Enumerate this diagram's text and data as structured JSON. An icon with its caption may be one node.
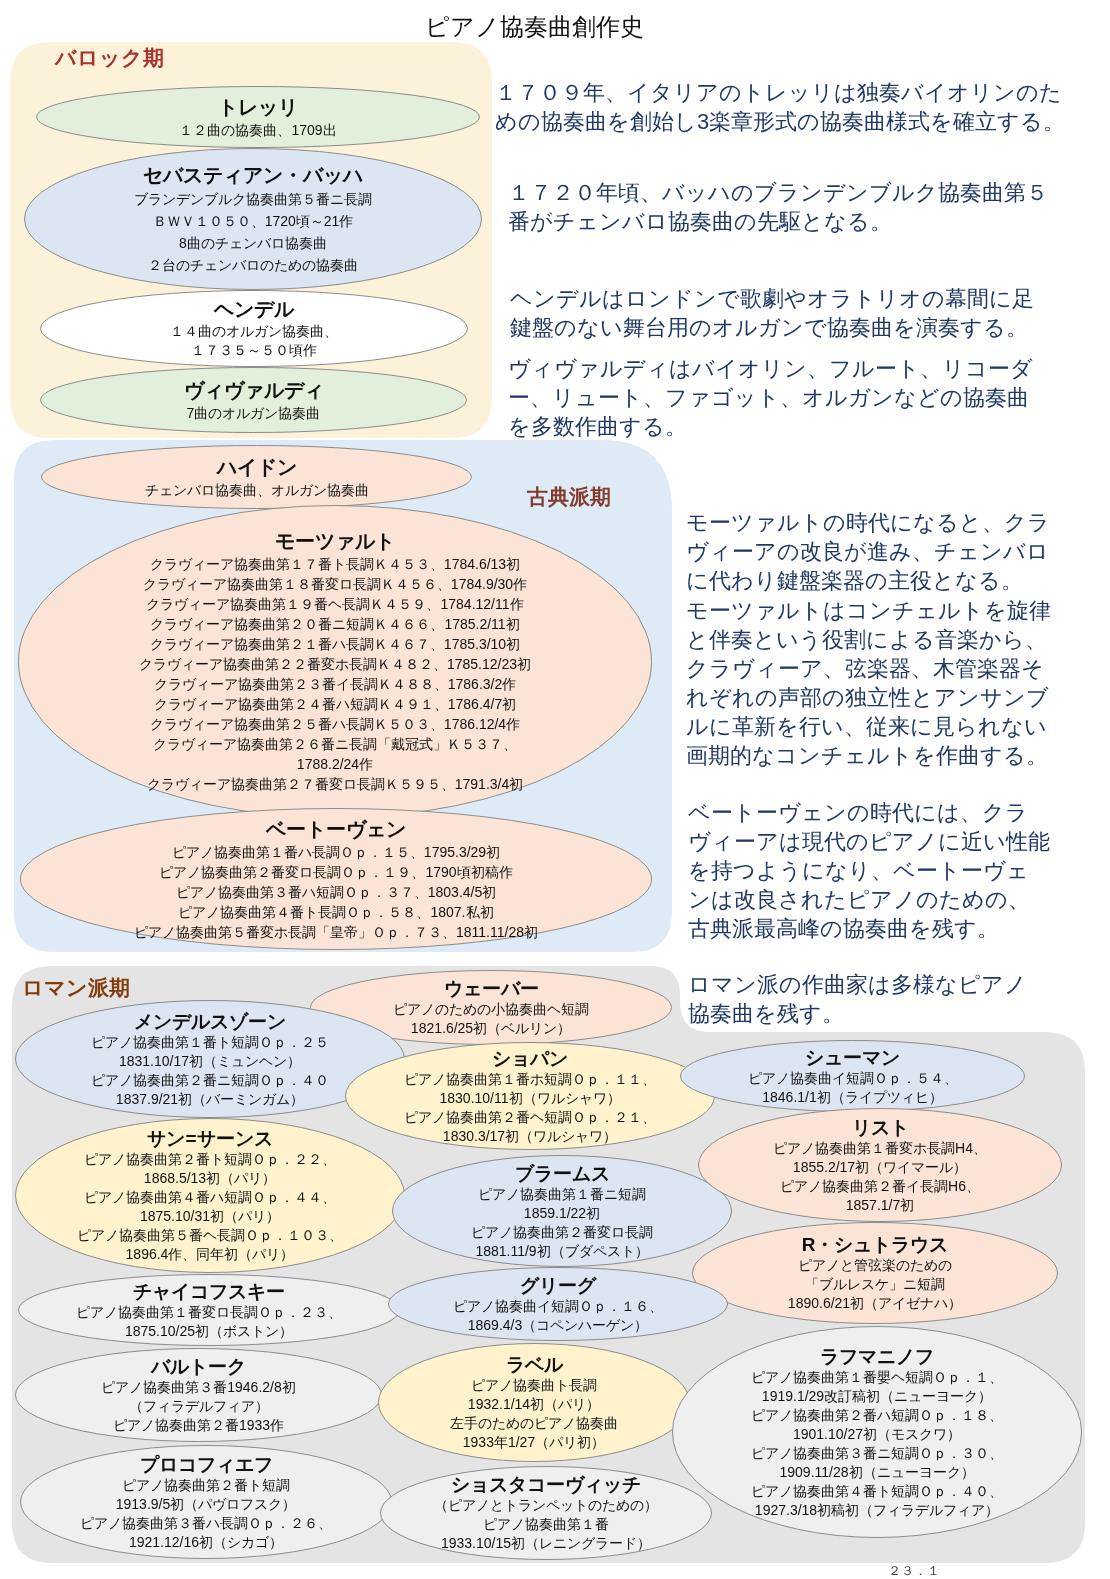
{
  "diagram": {
    "title": "ピアノ協奏曲創作史",
    "nodes": [
      {
        "text": [
          "バロック期"
        ]
      },
      {
        "text": [
          "トレッリ",
          "１２曲の協奏曲、1709出"
        ],
        "in": 0
      },
      {
        "text": [
          "セバスティアン・バッハ",
          "ブランデンブルク協奏曲第５番ニ長調",
          "ＢＷＶ１０５０、1720頃～21作",
          "8曲のチェンバロ協奏曲",
          "２台のチェンバロのための協奏曲"
        ],
        "in": 0
      },
      {
        "text": [
          "ヘンデル",
          "１４曲のオルガン協奏曲、",
          "１７３５～５０頃作"
        ],
        "in": 0
      },
      {
        "text": [
          "ヴィヴァルディ",
          "7曲のオルガン協奏曲"
        ],
        "in": 0
      },
      {
        "text": [
          "古典派期"
        ]
      },
      {
        "text": [
          "ハイドン",
          "チェンバロ協奏曲、オルガン協奏曲"
        ],
        "in": 5
      },
      {
        "text": [
          "モーツァルト",
          "クラヴィーア協奏曲第１７番ト長調Ｋ４５３、1784.6/13初",
          "クラヴィーア協奏曲第１８番変ロ長調Ｋ４５６、1784.9/30作",
          "クラヴィーア協奏曲第１９番ヘ長調Ｋ４５９、1784.12/11作",
          "クラヴィーア協奏曲第２０番ニ短調Ｋ４６６、1785.2/11初",
          "クラヴィーア協奏曲第２１番ハ長調Ｋ４６７、1785.3/10初",
          "クラヴィーア協奏曲第２２番変ホ長調Ｋ４８２、1785.12/23初",
          "クラヴィーア協奏曲第２３番イ長調Ｋ４８８、1786.3/2作",
          "クラヴィーア協奏曲第２４番ハ短調Ｋ４９１、1786.4/7初",
          "クラヴィーア協奏曲第２５番ハ長調Ｋ５０３、1786.12/4作",
          "クラヴィーア協奏曲第２６番ニ長調「戴冠式」Ｋ５３７、",
          "1788.2/24作",
          "クラヴィーア協奏曲第２７番変ロ長調Ｋ５９５、1791.3/4初"
        ],
        "in": 5
      },
      {
        "text": [
          "ベートーヴェン",
          "ピアノ協奏曲第１番ハ長調Ｏｐ．１５、1795.3/29初",
          "ピアノ協奏曲第２番変ロ長調Ｏｐ．１９、1790頃初稿作",
          "ピアノ協奏曲第３番ハ短調Ｏｐ．３７、1803.4/5初",
          "ピアノ協奏曲第４番ト長調Ｏｐ．５８、1807.私初",
          "ピアノ協奏曲第５番変ホ長調「皇帝」Ｏｐ．７３、1811.11/28初"
        ],
        "in": 5
      },
      {
        "text": [
          "ロマン派期"
        ]
      },
      {
        "text": [
          "ウェーバー",
          "ピアノのための小協奏曲ヘ短調",
          "1821.6/25初（ベルリン）"
        ],
        "in": 9
      },
      {
        "text": [
          "メンデルスゾーン",
          "ピアノ協奏曲第１番ト短調Ｏｐ．２５",
          "1831.10/17初（ミュンヘン）",
          "ピアノ協奏曲第２番ニ短調Ｏｐ．４０",
          "1837.9/21初（バーミンガム）"
        ],
        "in": 9
      },
      {
        "text": [
          "ショパン",
          "ピアノ協奏曲第１番ホ短調Ｏｐ．１１、",
          "1830.10/11初（ワルシャワ）",
          "ピアノ協奏曲第２番ヘ短調Ｏｐ．２１、",
          "1830.3/17初（ワルシャワ）"
        ],
        "in": 9
      },
      {
        "text": [
          "シューマン",
          "ピアノ協奏曲イ短調Ｏｐ．５４、",
          "1846.1/1初（ライプツィヒ）"
        ],
        "in": 9
      },
      {
        "text": [
          "サン=サーンス",
          "ピアノ協奏曲第２番ト短調Ｏｐ．２２、",
          "1868.5/13初（パリ）",
          "ピアノ協奏曲第４番ハ短調Ｏｐ．４４、",
          "1875.10/31初（パリ）",
          "ピアノ協奏曲第５番ヘ長調Ｏｐ．１０３、",
          "1896.4作、同年初（パリ）"
        ],
        "in": 9
      },
      {
        "text": [
          "ブラームス",
          "ピアノ協奏曲第１番ニ短調",
          "1859.1/22初",
          "ピアノ協奏曲第２番変ロ長調",
          "1881.11/9初（ブダペスト）"
        ],
        "in": 9
      },
      {
        "text": [
          "リスト",
          "ピアノ協奏曲第１番変ホ長調H4、",
          "1855.2/17初（ワイマール）",
          "ピアノ協奏曲第２番イ長調H6、",
          "1857.1/7初"
        ],
        "in": 9
      },
      {
        "text": [
          "R・シュトラウス",
          "ピアノと管弦楽のための",
          "「ブルレスケ」ニ短調",
          "1890.6/21初（アイゼナハ）"
        ],
        "in": 9
      },
      {
        "text": [
          "チャイコフスキー",
          "ピアノ協奏曲第１番変ロ長調Ｏｐ．２３、",
          "1875.10/25初（ボストン）"
        ],
        "in": 9
      },
      {
        "text": [
          "グリーグ",
          "ピアノ協奏曲イ短調Ｏｐ．１６、",
          "1869.4/3（コペンハーゲン）"
        ],
        "in": 9
      },
      {
        "text": [
          "バルトーク",
          "ピアノ協奏曲第３番1946.2/8初",
          "（フィラデルフィア）",
          "ピアノ協奏曲第２番1933作"
        ],
        "in": 9
      },
      {
        "text": [
          "ラベル",
          "ピアノ協奏曲ト長調",
          "1932.1/14初（パリ）",
          "左手のためのピアノ協奏曲",
          "1933年1/27（パリ初）"
        ],
        "in": 9
      },
      {
        "text": [
          "ラフマニノフ",
          "ピアノ協奏曲第１番嬰ヘ短調Ｏｐ．１、",
          "1919.1/29改訂稿初（ニューヨーク）",
          "ピアノ協奏曲第２番ハ短調Ｏｐ．１８、",
          "1901.10/27初（モスクワ）",
          "ピアノ協奏曲第３番ニ短調Ｏｐ．３０、",
          "1909.11/28初（ニューヨーク）",
          "ピアノ協奏曲第４番ト短調Ｏｐ．４０、",
          "1927.3/18初稿初（フィラデルフィア）"
        ],
        "in": 9
      },
      {
        "text": [
          "プロコフィエフ",
          "ピアノ協奏曲第２番ト短調",
          "1913.9/5初（パヴロフスク）",
          "ピアノ協奏曲第３番ハ長調Ｏｐ．２６、",
          "1921.12/16初（シカゴ）"
        ],
        "in": 9
      },
      {
        "text": [
          "ショスタコーヴィッチ",
          "（ピアノとトランペットのための）",
          "ピアノ協奏曲第１番",
          "1933.10/15初（レニングラード）"
        ],
        "in": 9
      }
    ],
    "labels": [
      "１７０９年、イタリアのトレッリは独奏バイオリンのための協奏曲を創始し3楽章形式の協奏曲様式を確立する。",
      "１７２０年頃、バッハのブランデンブルク協奏曲第５番がチェンバロ協奏曲の先駆となる。",
      "ヘンデルはロンドンで歌劇やオラトリオの幕間に足鍵盤のない舞台用のオルガンで協奏曲を演奏する。",
      "ヴィヴァルディはバイオリン、フルート、リコーダー、リュート、ファゴット、オルガンなどの協奏曲を多数作曲する。",
      "モーツァルトの時代になると、クラヴィーアの改良が進み、チェンバロに代わり鍵盤楽器の主役となる。",
      "モーツァルトはコンチェルトを旋律と伴奏という役割による音楽から、クラヴィーア、弦楽器、木管楽器それぞれの声部の独立性とアンサンブルに革新を行い、従来に見られない画期的なコンチェルトを作曲する。",
      "ベートーヴェンの時代には、クラヴィーアは現代のピアノに近い性能を持つようになり、ベートーヴェンは改良されたピアノのための、古典派最高峰の協奏曲を残す。",
      "ロマン派の作曲家は多様なピアノ協奏曲を残す。",
      "２３．１"
    ]
  }
}
